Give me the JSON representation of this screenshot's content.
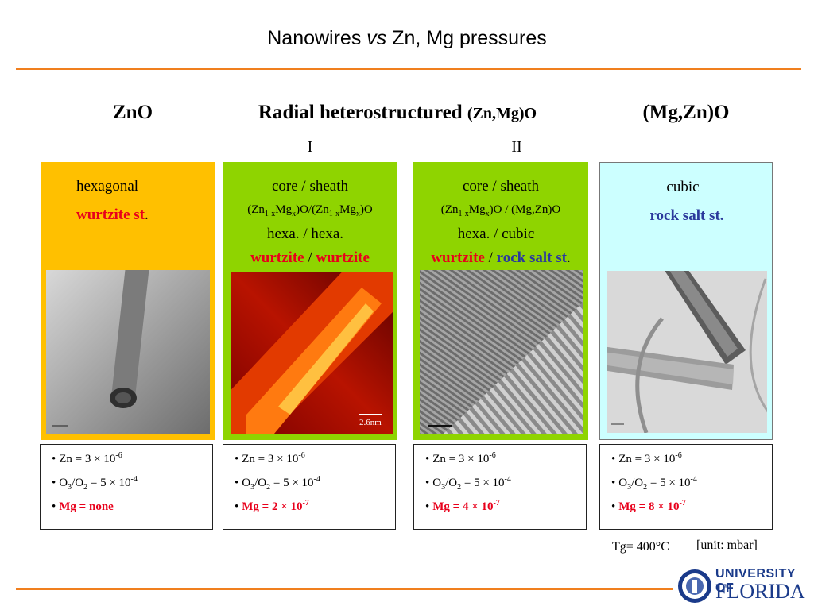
{
  "title": {
    "main": "Nanowires",
    "italic": "vs",
    "rest": "Zn, Mg pressures"
  },
  "columns": {
    "zno": "ZnO",
    "radial": {
      "main": "Radial heterostructured",
      "small": "(Zn,Mg)O"
    },
    "mgzno": "(Mg,Zn)O",
    "roman_1": "I",
    "roman_2": "II"
  },
  "panels": {
    "p1": {
      "line1": "hexagonal",
      "line2_red": "wurtzite st",
      "line2_end": "."
    },
    "p2": {
      "line1": "core    /    sheath",
      "f_a": "(Zn",
      "f_b": "1-x",
      "f_c": "Mg",
      "f_d": "x",
      "f_e": ")O/(Zn",
      "f_f": "1-x",
      "f_g": "Mg",
      "f_h": "x",
      "f_i": ")O",
      "line3": "hexa.   /   hexa.",
      "line4_red1": "wurtzite",
      "line4_sep": " / ",
      "line4_red2": "wurtzite"
    },
    "p3": {
      "line1": "core    /    sheath",
      "f_a": "(Zn",
      "f_b": "1-x",
      "f_c": "Mg",
      "f_d": "x",
      "f_e": ")O /  (Mg,Zn)O",
      "line3": "hexa.   /   cubic",
      "line4_red": "wurtzite",
      "line4_sep": " / ",
      "line4_blue": "rock salt st",
      "line4_end": "."
    },
    "p4": {
      "line1": "cubic",
      "line2_blue": "rock salt st."
    },
    "scale_label_p2": "2.6nm"
  },
  "conditions": [
    {
      "zn": "Zn = 3 × 10",
      "zn_exp": "-6",
      "o_a": "O",
      "o_b": "3",
      "o_c": "/O",
      "o_d": "2",
      "o_e": " = 5 × 10",
      "o_exp": "-4",
      "mg": "Mg = none",
      "mg_exp": ""
    },
    {
      "zn": "Zn = 3 × 10",
      "zn_exp": "-6",
      "o_a": "O",
      "o_b": "3",
      "o_c": "/O",
      "o_d": "2",
      "o_e": " = 5 × 10",
      "o_exp": "-4",
      "mg": "Mg = 2 × 10",
      "mg_exp": "-7"
    },
    {
      "zn": "Zn = 3 × 10",
      "zn_exp": "-6",
      "o_a": "O",
      "o_b": "3",
      "o_c": "/O",
      "o_d": "2",
      "o_e": " = 5 × 10",
      "o_exp": "-4",
      "mg": "Mg = 4 × 10",
      "mg_exp": "-7"
    },
    {
      "zn": "Zn = 3 × 10",
      "zn_exp": "-6",
      "o_a": "O",
      "o_b": "3",
      "o_c": "/O",
      "o_d": "2",
      "o_e": " = 5 × 10",
      "o_exp": "-4",
      "mg": "Mg = 8 × 10",
      "mg_exp": "-7"
    }
  ],
  "bullet": "•",
  "footer": {
    "tg": "Tg= 400°C",
    "unit": "[unit: mbar]"
  },
  "logo": {
    "line1": "UNIVERSITY OF",
    "line2": "FLORIDA"
  },
  "colors": {
    "accent_orange": "#f07f1e",
    "panel_yellow": "#ffc000",
    "panel_green": "#8fd400",
    "panel_cyan": "#ccffff",
    "text_red": "#e8001b",
    "text_blue": "#2b3a9c"
  }
}
